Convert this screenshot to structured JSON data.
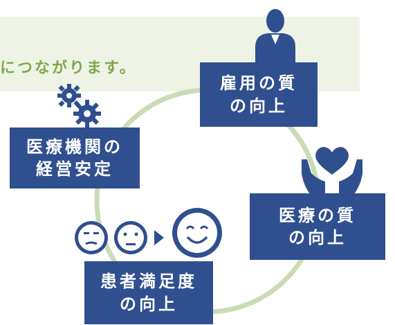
{
  "banner": {
    "text": "につながります。"
  },
  "cycle": {
    "employment_quality": {
      "line1": "雇用の質",
      "line2": "の向上"
    },
    "medical_quality": {
      "line1": "医療の質",
      "line2": "の向上"
    },
    "patient_satisfaction": {
      "line1": "患者満足度",
      "line2": "の向上"
    },
    "institution_stability": {
      "line1": "医療機関の",
      "line2": "経営安定"
    }
  },
  "icons": [
    "doctor-icon",
    "gears-icon",
    "heart-hands-icon",
    "faces-icon"
  ],
  "colors": {
    "box": "#2f4f8f",
    "ring": "#c9dcb4",
    "banner_bg": "#eef3e6",
    "banner_text": "#7ea84b"
  }
}
